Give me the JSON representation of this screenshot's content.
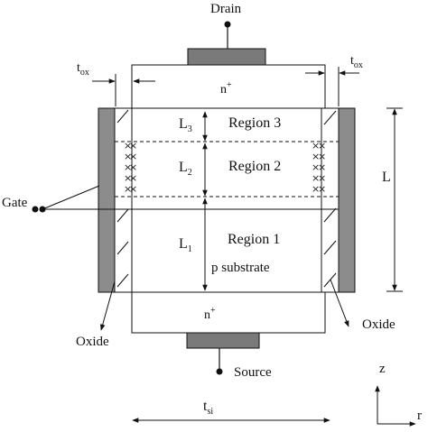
{
  "labels": {
    "drain": "Drain",
    "source": "Source",
    "gate": "Gate",
    "oxide_left": "Oxide",
    "oxide_right": "Oxide",
    "n_plus_top": "n",
    "n_plus_top_sup": "+",
    "n_plus_bottom": "n",
    "n_plus_bottom_sup": "+",
    "region3": "Region 3",
    "region2": "Region 2",
    "region1": "Region 1",
    "substrate": "p substrate",
    "l3": "L",
    "l3_sub": "3",
    "l2": "L",
    "l2_sub": "2",
    "l1": "L",
    "l1_sub": "1",
    "l_total": "L",
    "tox_left": "t",
    "tox_left_sub": "ox",
    "tox_right": "t",
    "tox_right_sub": "ox",
    "tsi": "t",
    "tsi_sub": "si",
    "axis_z": "z",
    "axis_r": "r"
  },
  "trap_symbol": "×",
  "colors": {
    "line": "#111111",
    "gate_fill": "#8c8c8c",
    "contact_fill": "#7a7a7a",
    "background": "#ffffff"
  }
}
